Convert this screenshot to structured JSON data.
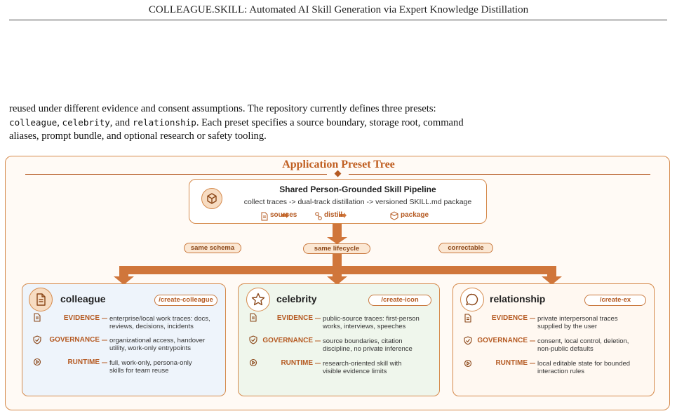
{
  "running_head": "COLLEAGUE.SKILL: Automated AI Skill Generation via Expert Knowledge Distillation",
  "body": {
    "line1": "reused under different evidence and consent assumptions. The repository currently defines three presets:",
    "preset1": "colleague",
    "sep1": ", ",
    "preset2": "celebrity",
    "sep2": ", and ",
    "preset3": "relationship",
    "line2_rest": ". Each preset specifies a source boundary, storage root, command",
    "line3": "aliases, prompt bundle, and optional research or safety tooling."
  },
  "figure": {
    "title": "Application Preset Tree",
    "pipeline": {
      "title": "Shared Person-Grounded Skill Pipeline",
      "subtitle": "collect traces  ->  dual-track distillation  ->  versioned SKILL.md package",
      "steps": [
        "sources",
        "distill",
        "package"
      ]
    },
    "shared_tags": [
      "same schema",
      "same lifecycle",
      "correctable"
    ],
    "presets": [
      {
        "name": "colleague",
        "command": "/create-colleague",
        "icon": "document-icon",
        "rows": [
          {
            "label": "EVIDENCE",
            "l1": "enterprise/local work traces: docs,",
            "l2": "reviews, decisions, incidents"
          },
          {
            "label": "GOVERNANCE",
            "l1": "organizational access, handover",
            "l2": "utility, work-only entrypoints"
          },
          {
            "label": "RUNTIME",
            "l1": "full, work-only, persona-only",
            "l2": "skills for team reuse"
          }
        ]
      },
      {
        "name": "celebrity",
        "command": "/create-icon",
        "icon": "star-icon",
        "rows": [
          {
            "label": "EVIDENCE",
            "l1": "public-source traces: first-person",
            "l2": "works, interviews, speeches"
          },
          {
            "label": "GOVERNANCE",
            "l1": "source boundaries, citation",
            "l2": "discipline, no private inference"
          },
          {
            "label": "RUNTIME",
            "l1": "research-oriented skill with",
            "l2": "visible evidence limits"
          }
        ]
      },
      {
        "name": "relationship",
        "command": "/create-ex",
        "icon": "chat-bubble-icon",
        "rows": [
          {
            "label": "EVIDENCE",
            "l1": "private interpersonal traces",
            "l2": "supplied by the user"
          },
          {
            "label": "GOVERNANCE",
            "l1": "consent, local control, deletion,",
            "l2": "non-public defaults"
          },
          {
            "label": "RUNTIME",
            "l1": "local editable state for bounded",
            "l2": "interaction rules"
          }
        ]
      }
    ]
  },
  "colors": {
    "accent": "#c05f22",
    "border": "#d58a4c",
    "arrow": "#d0763b",
    "card_blue": "#eef4fb",
    "card_green": "#eff6ec",
    "card_cream": "#fff8f1"
  }
}
